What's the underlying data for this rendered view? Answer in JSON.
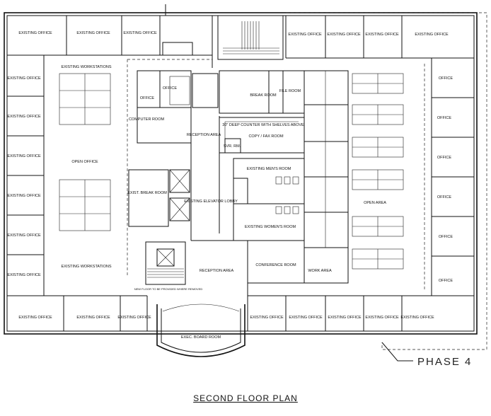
{
  "title": "SECOND FLOOR PLAN",
  "phase_label": "PHASE 4",
  "rooms": {
    "existing_office": "EXISTING OFFICE",
    "office": "OFFICE",
    "existing_workstations": "EXISTING WORKSTATIONS",
    "open_office": "OPEN OFFICE",
    "computer_room": "COMPUTER ROOM",
    "reception_area": "RECEPTION AREA",
    "break_room": "BREAK ROOM",
    "file_room": "FILE ROOM",
    "counter_note": "30\" DEEP COUNTER WITH SHELVES ABOVE",
    "copy_fax_room": "COPY / FAX ROOM",
    "svr_rm": "SVR. RM.",
    "mens_room": "EXISTING MEN'S ROOM",
    "womens_room": "EXISTING WOMEN'S ROOM",
    "elevator_lobby": "EXISTING ELEVATOR LOBBY",
    "break_room_existing": "EXIST. BREAK ROOM",
    "conference_room": "CONFERENCE ROOM",
    "work_area": "WORK AREA",
    "exec_board_room": "EXEC. BOARD ROOM",
    "open_area": "OPEN AREA",
    "floor_note": "NEW FLOOR TO BE PROVIDED WHERE REMOVED"
  }
}
